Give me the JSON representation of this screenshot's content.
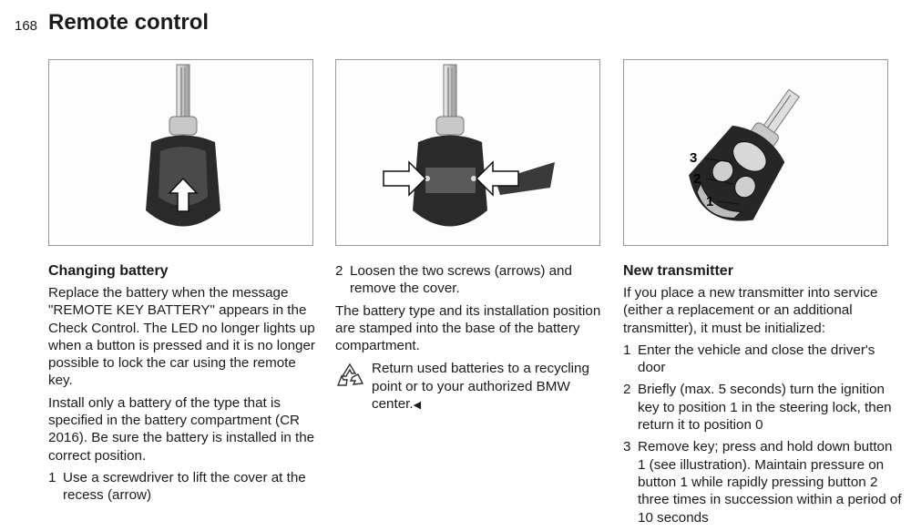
{
  "page": {
    "number": "168",
    "title": "Remote control"
  },
  "figures": [
    {
      "code": "365de017",
      "icon": "key-battery-arrow-icon"
    },
    {
      "code": "365de018",
      "icon": "key-cover-screws-icon"
    },
    {
      "code": "380us014",
      "icon": "key-buttons-numbered-icon",
      "callouts": [
        "3",
        "2",
        "1"
      ]
    }
  ],
  "changing_battery": {
    "heading": "Changing battery",
    "para1": "Replace the battery when the message \"REMOTE KEY BATTERY\" appears in the Check Control. The LED no longer lights up when a button is pressed and it is no longer possible to lock the car using the remote key.",
    "para2": "Install only a battery of the type that is specified in the battery compartment (CR 2016). Be sure the battery is installed in the correct position.",
    "steps": [
      {
        "num": "1",
        "text": "Use a screwdriver to lift the cover at the recess (arrow)"
      },
      {
        "num": "2",
        "text": "Loosen the two screws (arrows) and remove the cover."
      }
    ],
    "para3": "The battery type and its installation position are stamped into the base of the battery compartment.",
    "recycle_note": "Return used batteries to a recycling point or to your authorized BMW center.",
    "end_mark": "◀"
  },
  "new_transmitter": {
    "heading": "New transmitter",
    "intro": "If you place a new transmitter into service (either a replacement or an additional transmitter), it must be initialized:",
    "steps": [
      {
        "num": "1",
        "text": "Enter the vehicle and close the driver's door"
      },
      {
        "num": "2",
        "text": "Briefly (max. 5 seconds) turn the ignition key to position 1 in the steering lock, then return it to position 0"
      },
      {
        "num": "3",
        "text": "Remove key; press and hold down button 1 (see illustration). Maintain pressure on button 1 while rapidly pressing button 2 three times in succession within a period of 10 seconds"
      }
    ]
  }
}
